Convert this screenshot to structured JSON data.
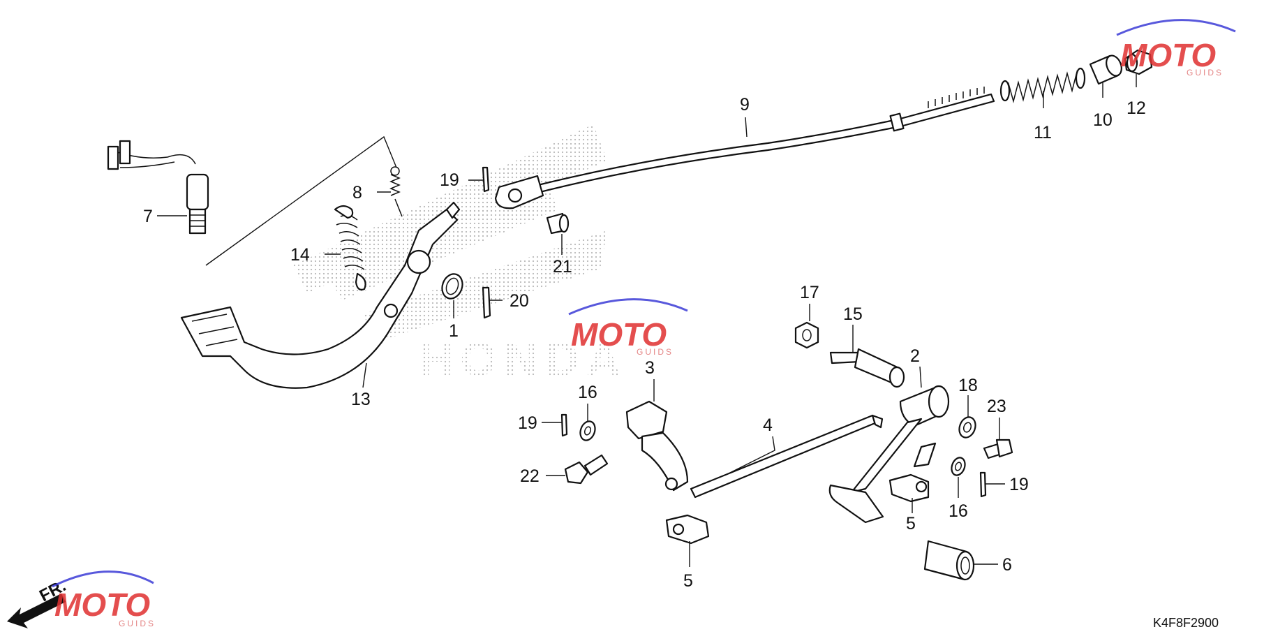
{
  "callouts": {
    "c1": "1",
    "c2": "2",
    "c3": "3",
    "c4": "4",
    "c5a": "5",
    "c5b": "5",
    "c6": "6",
    "c7": "7",
    "c8": "8",
    "c9": "9",
    "c10": "10",
    "c11": "11",
    "c12": "12",
    "c13": "13",
    "c14": "14",
    "c15": "15",
    "c16a": "16",
    "c16b": "16",
    "c17": "17",
    "c18": "18",
    "c19a": "19",
    "c19b": "19",
    "c19c": "19",
    "c20": "20",
    "c21": "21",
    "c22": "22",
    "c23": "23"
  },
  "diagram_code": "K4F8F2900",
  "front_arrow_label": "FR.",
  "watermark": {
    "brand": "MOTO",
    "sub": "GUIDS",
    "colors": {
      "red": "#e03030",
      "blue": "#3b3bd6",
      "grey": "#9a9a9a"
    }
  },
  "background_logo": "HONDA"
}
